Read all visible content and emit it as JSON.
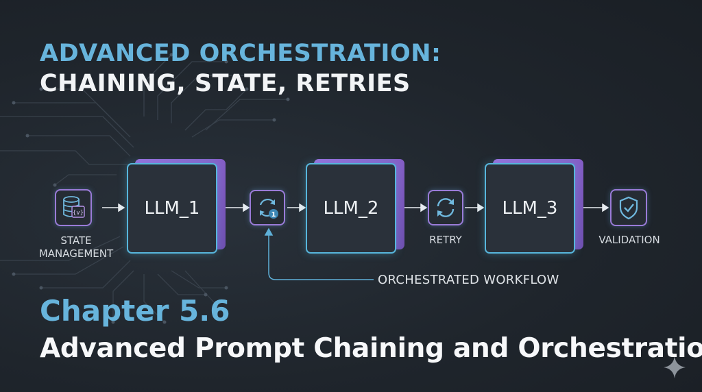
{
  "title": {
    "line1": "ADVANCED ORCHESTRATION:",
    "line2": "CHAINING, STATE, RETRIES"
  },
  "nodes": {
    "state": {
      "caption_line1": "STATE",
      "caption_line2": "MANAGEMENT",
      "icon": "database-variable-icon",
      "icon_glyph": "{v}"
    },
    "llm1": {
      "label": "LLM_1"
    },
    "loop": {
      "icon": "loop-counter-icon",
      "badge": "1"
    },
    "llm2": {
      "label": "LLM_2"
    },
    "retry": {
      "caption": "RETRY",
      "icon": "refresh-icon"
    },
    "llm3": {
      "label": "LLM_3"
    },
    "validation": {
      "caption": "VALIDATION",
      "icon": "shield-check-icon"
    }
  },
  "workflow_label": "ORCHESTRATED WORKFLOW",
  "chapter": "Chapter 5.6",
  "subtitle": "Advanced Prompt Chaining and Orchestration",
  "colors": {
    "background": "#1f252c",
    "accent_blue": "#67b4dc",
    "accent_purple": "#9a6cdb",
    "text_white": "#f2f4f6"
  }
}
